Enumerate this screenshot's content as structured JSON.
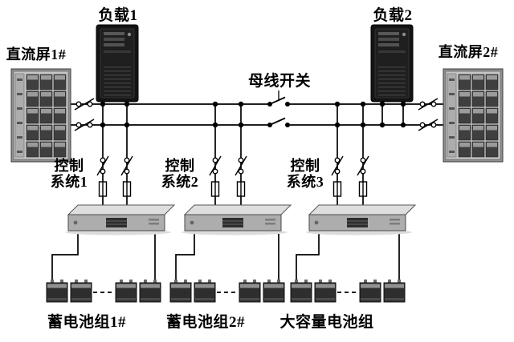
{
  "labels": {
    "load1": "负载1",
    "load2": "负载2",
    "dc_panel1": "直流屏1#",
    "dc_panel2": "直流屏2#",
    "bus_switch": "母线开关",
    "control_system1": "控制\n系统1",
    "control_system2": "控制\n系统2",
    "control_system3": "控制\n系统3",
    "battery_group1": "蓄电池组1#",
    "battery_group2": "蓄电池组2#",
    "battery_group3": "大容量电池组"
  },
  "symbols": {
    "junction": "filled-dot",
    "disconnect_switch": "two-circles-with-blade",
    "fuse": "rectangle-on-wire",
    "bus_tie_switch": "knife-switch-with-contact-dots"
  },
  "colors": {
    "background": "#ffffff",
    "wire": "#000000",
    "server_tower": "#141414",
    "cabinet": "#c6c6c6",
    "rack": "#adadad",
    "battery": "#2e2e2e"
  }
}
